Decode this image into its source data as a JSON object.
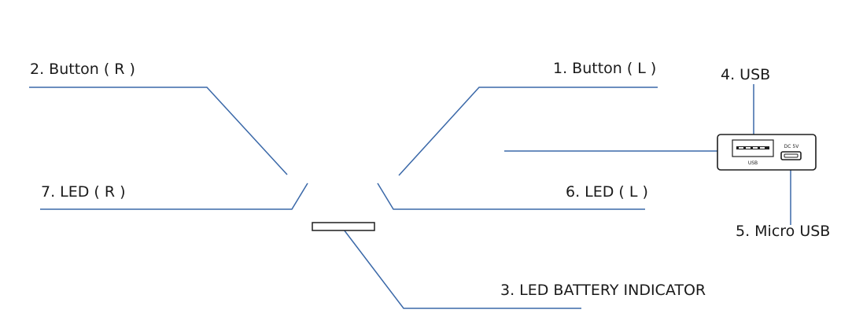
{
  "labels": {
    "button_r": "2. Button ( R )",
    "button_l": "1. Button ( L )",
    "usb": "4. USB",
    "led_r": "7. LED ( R )",
    "led_l": "6. LED ( L )",
    "micro_usb": "5. Micro USB",
    "battery_indicator": "3. LED BATTERY INDICATOR"
  },
  "panel": {
    "usb_port_label": "USB",
    "micro_port_label": "DC 5V"
  },
  "colors": {
    "leader_line": "#3a68a8",
    "outline": "#1e1e1e",
    "text": "#1a1a1a"
  }
}
